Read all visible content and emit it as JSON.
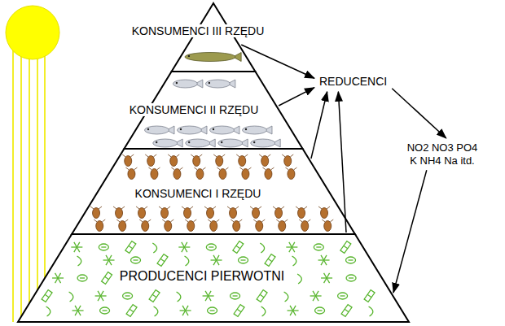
{
  "diagram": {
    "nodes": [
      {
        "text": [
          "KONSUMENCI III RZĘDU"
        ]
      },
      {
        "text": [
          "KONSUMENCI II RZĘDU"
        ]
      },
      {
        "text": [
          "KONSUMENCI I RZĘDU"
        ]
      },
      {
        "text": [
          "PRODUCENCI PIERWOTNI"
        ]
      },
      {
        "text": [
          "REDUCENCI"
        ]
      },
      {
        "text": [
          "NO2 NO3 PO4 K NH4 Na itd."
        ]
      }
    ],
    "edges": [
      {
        "from": 0,
        "to": 4,
        "arrow": "to"
      },
      {
        "from": 1,
        "to": 4,
        "arrow": "to"
      },
      {
        "from": 2,
        "to": 4,
        "arrow": "to"
      },
      {
        "from": 3,
        "to": 4,
        "arrow": "to"
      },
      {
        "from": 4,
        "to": 5,
        "arrow": "to"
      },
      {
        "from": 5,
        "to": 3,
        "arrow": "to"
      }
    ]
  }
}
